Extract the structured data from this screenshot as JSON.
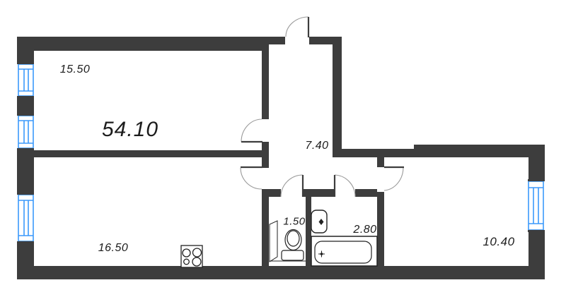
{
  "plan": {
    "type": "apartment-floor-plan",
    "total_area": "54.10",
    "rooms": [
      {
        "id": "living-room",
        "area": "15.50"
      },
      {
        "id": "hallway",
        "area": "7.40"
      },
      {
        "id": "kitchen-room",
        "area": "16.50"
      },
      {
        "id": "wc",
        "area": "1.50"
      },
      {
        "id": "bathroom",
        "area": "2.80"
      },
      {
        "id": "bedroom",
        "area": "10.40"
      }
    ],
    "colors": {
      "wall": "#3d3d3d",
      "window": "#3b99fc",
      "fixture_line": "#222222",
      "door_arc": "#9a9a9a",
      "background": "#ffffff"
    }
  }
}
